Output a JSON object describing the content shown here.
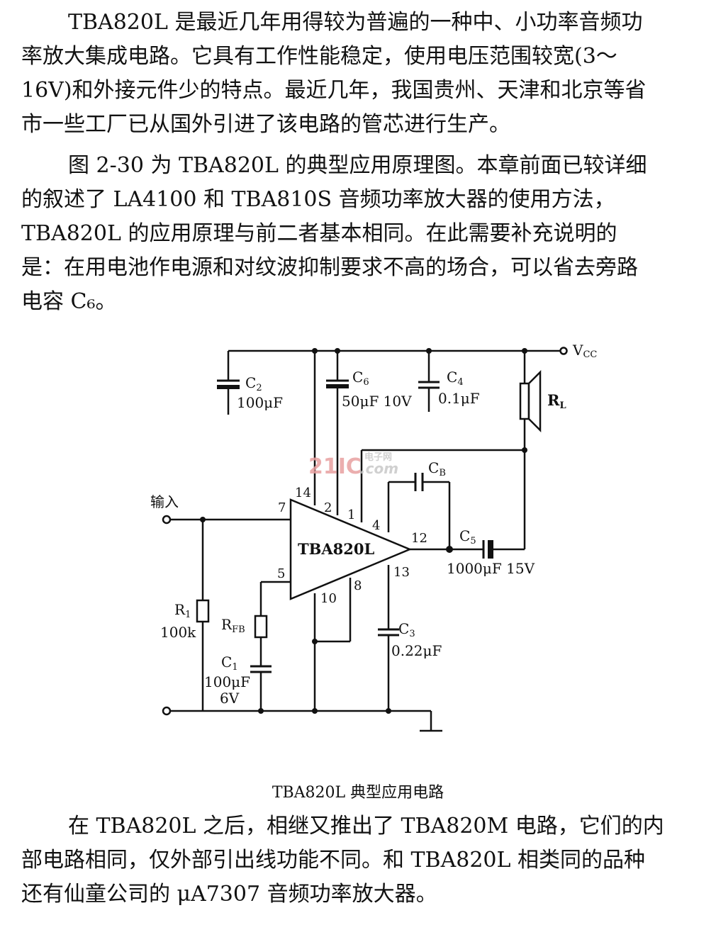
{
  "paragraphs": {
    "p1": [
      "TBA820L 是最近几年用得较为普遍的一种中、小功率音频功",
      "率放大集成电路。它具有工作性能稳定，使用电压范围较宽(3～",
      "16V)和外接元件少的特点。最近几年，我国贵州、天津和北京等省",
      "市一些工厂已从国外引进了该电路的管芯进行生产。"
    ],
    "p2": [
      "图 2-30 为 TBA820L 的典型应用原理图。本章前面已较详细",
      "的叙述了 LA4100 和 TBA810S 音频功率放大器的使用方法，",
      "TBA820L 的应用原理与前二者基本相同。在此需要补充说明的",
      "是：在用电池作电源和对纹波抑制要求不高的场合，可以省去旁路",
      "电容 C₆。"
    ],
    "p3": [
      "在 TBA820L 之后，相继又推出了 TBA820M 电路，它们的内",
      "部电路相同，仅外部引出线功能不同。和 TBA820L 相类同的品种",
      "还有仙童公司的 μA7307 音频功率放大器。"
    ]
  },
  "circuit": {
    "chip_label": "TBA820L",
    "input_label": "输入",
    "vcc": {
      "main": "V",
      "sub": "CC"
    },
    "load": {
      "main": "R",
      "sub": "L"
    },
    "watermark": {
      "brand": "21IC",
      "cn": "电子网",
      "dotcom": ".com"
    },
    "pins": [
      "14",
      "2",
      "1",
      "4",
      "7",
      "12",
      "5",
      "8",
      "10",
      "13"
    ],
    "components": {
      "c2": {
        "main": "C",
        "sub": "2",
        "value": "100μF"
      },
      "c6": {
        "main": "C",
        "sub": "6",
        "value": "50μF 10V"
      },
      "c4": {
        "main": "C",
        "sub": "4",
        "value": "0.1μF"
      },
      "cb": {
        "main": "C",
        "sub": "B"
      },
      "c5": {
        "main": "C",
        "sub": "5",
        "value": "1000μF 15V"
      },
      "c3": {
        "main": "C",
        "sub": "3",
        "value": "0.22μF"
      },
      "r1": {
        "main": "R",
        "sub": "1",
        "value": "100k"
      },
      "rfb": {
        "main": "R",
        "sub": "FB"
      },
      "c1": {
        "main": "C",
        "sub": "1",
        "value": "100μF",
        "value2": "6V"
      }
    }
  },
  "caption": "TBA820L 典型应用电路",
  "colors": {
    "ink": "#111111",
    "watermark_red": "#e8a0a0",
    "watermark_gray": "#c8c8c8"
  }
}
